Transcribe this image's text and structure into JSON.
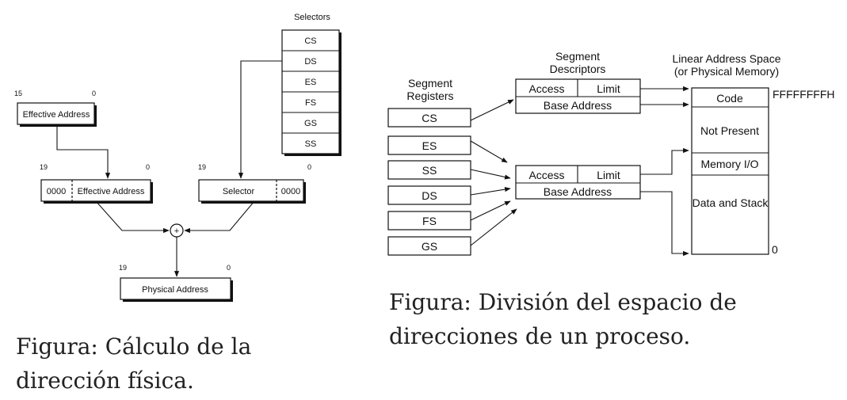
{
  "left_diagram": {
    "selectors_title": "Selectors",
    "selectors": [
      "CS",
      "DS",
      "ES",
      "FS",
      "GS",
      "SS"
    ],
    "effective_address": {
      "label": "Effective Address",
      "bit_high": "15",
      "bit_low": "0"
    },
    "shifted_offset": {
      "prefix": "0000",
      "label": "Effective Address",
      "bit_high": "19",
      "bit_low": "0"
    },
    "shifted_selector": {
      "label": "Selector",
      "suffix": "0000",
      "bit_high": "19",
      "bit_low": "0"
    },
    "adder_symbol": "+",
    "physical_address": {
      "label": "Physical Address",
      "bit_high": "19",
      "bit_low": "0"
    }
  },
  "right_diagram": {
    "segment_registers_title": [
      "Segment",
      "Registers"
    ],
    "registers": [
      "CS",
      "ES",
      "SS",
      "DS",
      "FS",
      "GS"
    ],
    "segment_descriptors_title": [
      "Segment",
      "Descriptors"
    ],
    "descriptor_access": "Access",
    "descriptor_limit": "Limit",
    "descriptor_base": "Base Address",
    "linear_space_title": [
      "Linear Address Space",
      "(or Physical Memory)"
    ],
    "memory_regions": [
      "Code",
      "Not Present",
      "Memory I/O",
      "Data and Stack"
    ],
    "top_address": "FFFFFFFFH",
    "bottom_address": "0"
  },
  "captions": {
    "left": [
      "Figura: Cálculo de la",
      "dirección física."
    ],
    "right": [
      "Figura: División del espacio de",
      "direcciones de un proceso."
    ]
  }
}
